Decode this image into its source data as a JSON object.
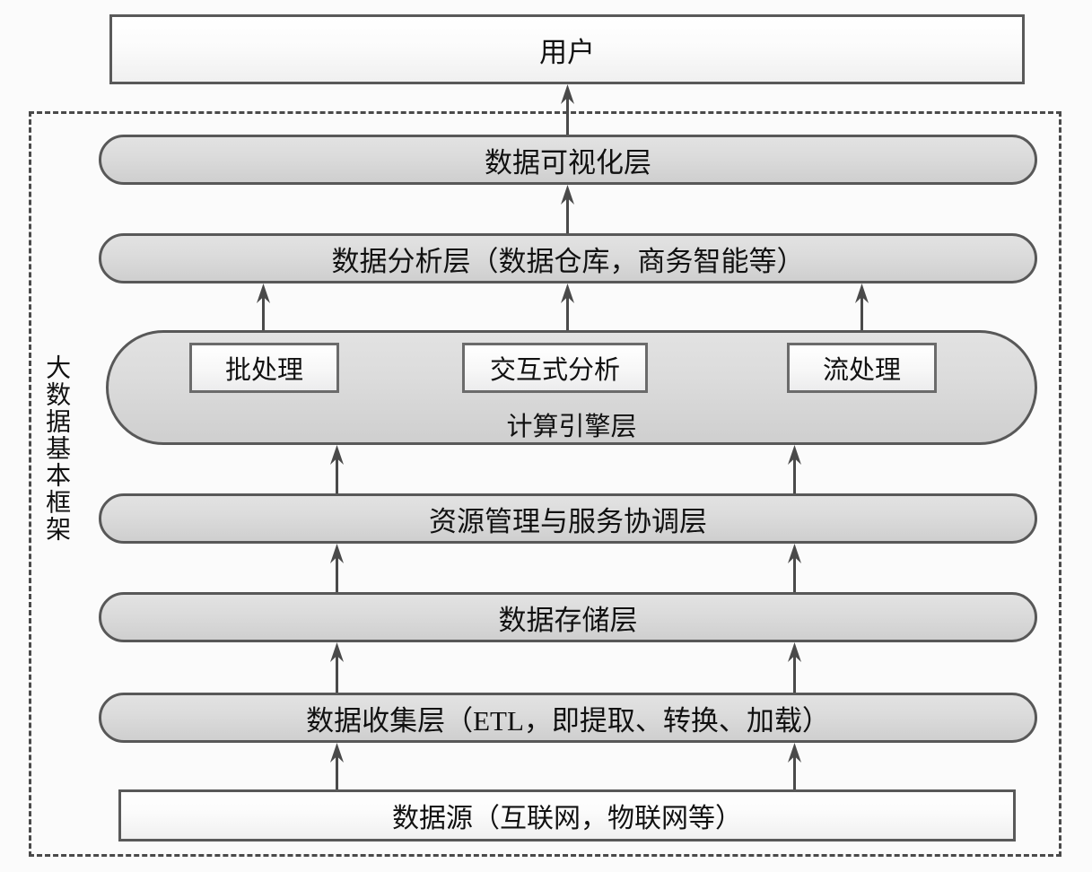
{
  "diagram": {
    "title": "大数据基本框架",
    "framework_label": "大数据基本框架",
    "colors": {
      "page_background": "#fbfbfb",
      "stadium_fill": "#d8d8d8",
      "stadium_border": "#585858",
      "rect_fill": "#f7f7f7",
      "rect_border": "#595959",
      "dashed_border": "#4a4a4a",
      "arrow": "#4a4a4a",
      "text": "#111111"
    },
    "top_box": {
      "label": "用户"
    },
    "layers": [
      {
        "id": "visualization",
        "label": "数据可视化层",
        "shape": "stadium"
      },
      {
        "id": "analysis",
        "label": "数据分析层（数据仓库，商务智能等）",
        "shape": "stadium"
      },
      {
        "id": "engine",
        "label": "计算引擎层",
        "shape": "stadium"
      },
      {
        "id": "resource",
        "label": "资源管理与服务协调层",
        "shape": "stadium"
      },
      {
        "id": "storage",
        "label": "数据存储层",
        "shape": "stadium"
      },
      {
        "id": "collection",
        "label": "数据收集层（ETL，即提取、转换、加载）",
        "shape": "stadium"
      }
    ],
    "engine_components": [
      {
        "id": "batch",
        "label": "批处理"
      },
      {
        "id": "interactive",
        "label": "交互式分析"
      },
      {
        "id": "stream",
        "label": "流处理"
      }
    ],
    "bottom_box": {
      "label": "数据源（互联网，物联网等）"
    },
    "arrow_groups": [
      {
        "from": "visualization",
        "to": "user",
        "count": 1
      },
      {
        "from": "analysis",
        "to": "visualization",
        "count": 1
      },
      {
        "from": "engine",
        "to": "analysis",
        "count": 3
      },
      {
        "from": "resource",
        "to": "engine",
        "count": 2
      },
      {
        "from": "storage",
        "to": "resource",
        "count": 2
      },
      {
        "from": "collection",
        "to": "storage",
        "count": 2
      },
      {
        "from": "source",
        "to": "collection",
        "count": 2
      }
    ]
  }
}
